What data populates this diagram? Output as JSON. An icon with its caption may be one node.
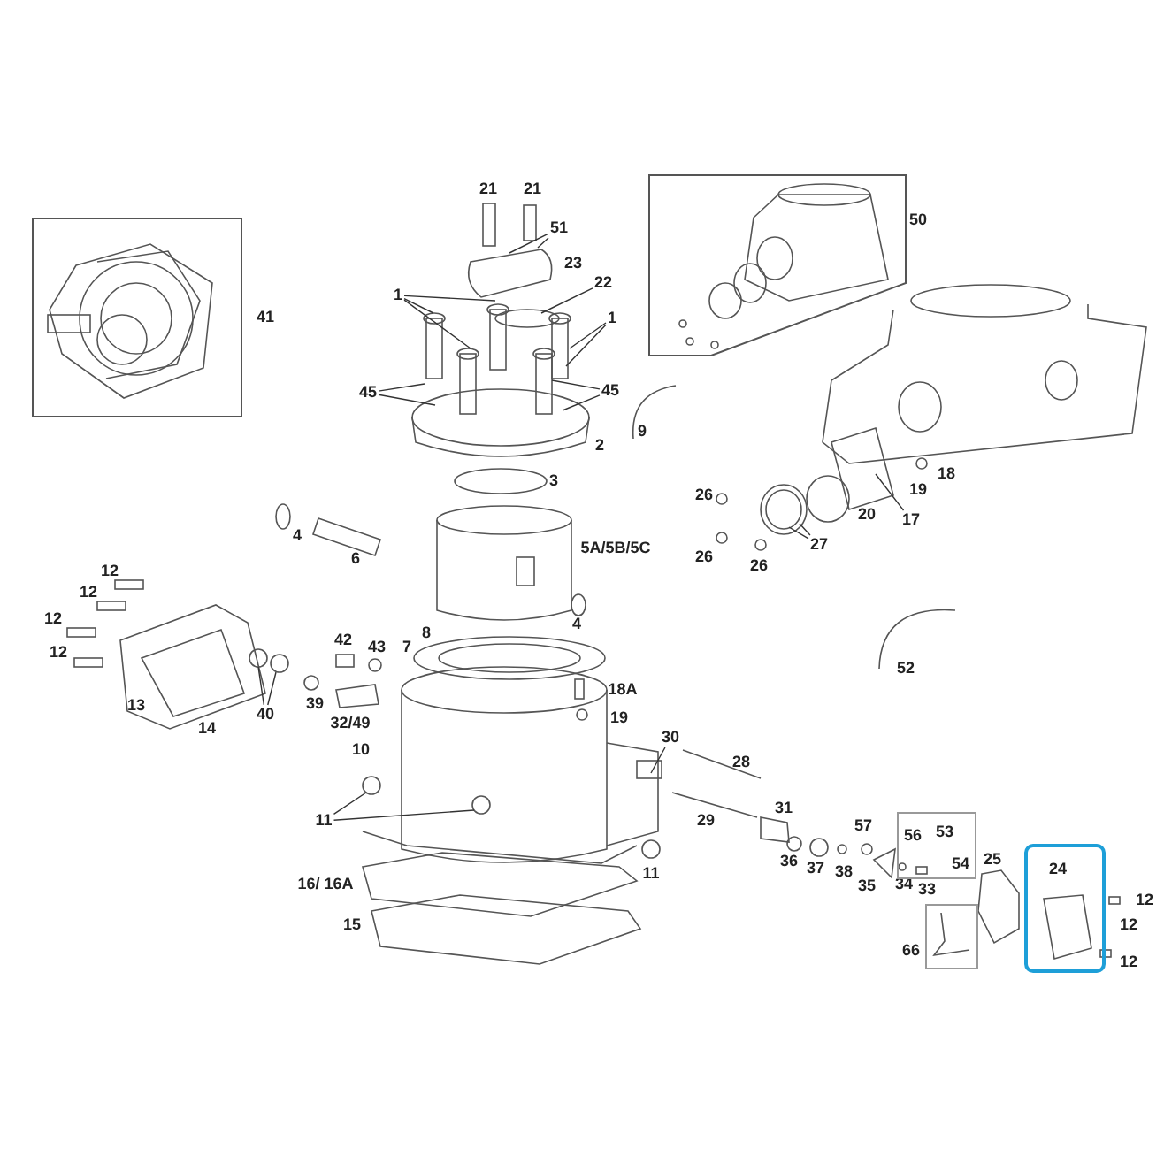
{
  "diagram": {
    "nodes": [
      {
        "text": [
          "41"
        ]
      },
      {
        "text": [
          "50"
        ]
      },
      {
        "text": [
          "51"
        ]
      },
      {
        "text": [
          "22"
        ]
      },
      {
        "text": [
          "1"
        ]
      },
      {
        "text": [
          "1"
        ]
      },
      {
        "text": [
          "45"
        ]
      },
      {
        "text": [
          "45"
        ]
      },
      {
        "text": [
          "17"
        ]
      },
      {
        "text": [
          "27"
        ]
      },
      {
        "text": [
          "40"
        ]
      },
      {
        "text": [
          "30"
        ]
      },
      {
        "text": [
          "11"
        ]
      },
      {
        "text": [
          "56",
          "53",
          "54"
        ]
      },
      {
        "text": [
          "24"
        ]
      },
      {
        "text": [
          "66"
        ]
      }
    ],
    "edges": [
      {
        "from": 2,
        "to": null,
        "arrow": "none"
      },
      {
        "from": 2,
        "to": null,
        "arrow": "none"
      },
      {
        "from": 3,
        "to": null,
        "arrow": "none"
      },
      {
        "from": 4,
        "to": null,
        "arrow": "none"
      },
      {
        "from": 4,
        "to": null,
        "arrow": "none"
      },
      {
        "from": 4,
        "to": null,
        "arrow": "none"
      },
      {
        "from": 5,
        "to": null,
        "arrow": "none"
      },
      {
        "from": 5,
        "to": null,
        "arrow": "none"
      },
      {
        "from": 6,
        "to": null,
        "arrow": "none"
      },
      {
        "from": 6,
        "to": null,
        "arrow": "none"
      },
      {
        "from": 7,
        "to": null,
        "arrow": "none"
      },
      {
        "from": 7,
        "to": null,
        "arrow": "none"
      },
      {
        "from": 8,
        "to": null,
        "arrow": "none"
      },
      {
        "from": 9,
        "to": null,
        "arrow": "none"
      },
      {
        "from": 9,
        "to": null,
        "arrow": "none"
      },
      {
        "from": 10,
        "to": null,
        "arrow": "none"
      },
      {
        "from": 10,
        "to": null,
        "arrow": "none"
      },
      {
        "from": 11,
        "to": null,
        "arrow": "none"
      },
      {
        "from": 12,
        "to": null,
        "arrow": "none"
      },
      {
        "from": 12,
        "to": null,
        "arrow": "none"
      }
    ],
    "labels": [
      "21",
      "21",
      "23",
      "2",
      "9",
      "18",
      "19",
      "20",
      "26",
      "3",
      "4",
      "5A/5B/5C",
      "26",
      "26",
      "6",
      "12",
      "12",
      "4",
      "12",
      "42",
      "43",
      "7",
      "8",
      "12",
      "52",
      "18A",
      "39",
      "13",
      "19",
      "32/49",
      "14",
      "10",
      "28",
      "31",
      "29",
      "57",
      "25",
      "36",
      "37",
      "38",
      "11",
      "35",
      "34",
      "16/ 16A",
      "33",
      "12",
      "12",
      "15",
      "12"
    ]
  }
}
